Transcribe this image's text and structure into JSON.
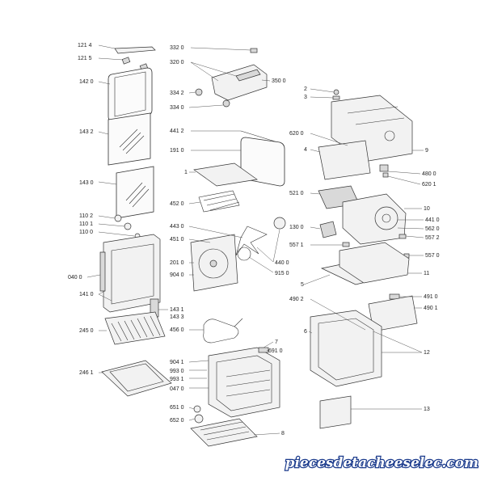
{
  "labels": {
    "l_121_4": "121 4",
    "l_121_5": "121 5",
    "l_142_0": "142 0",
    "l_143_2": "143 2",
    "l_143_0": "143 0",
    "l_110_2": "110 2",
    "l_110_1": "110 1",
    "l_110_0": "110 0",
    "l_040_0": "040 0",
    "l_141_0": "141 0",
    "l_143_1": "143 1",
    "l_143_3": "143 3",
    "l_245_0": "245 0",
    "l_246_1": "246 1",
    "l_332_0": "332 0",
    "l_320_0": "320 0",
    "l_350_0": "350 0",
    "l_334_2": "334 2",
    "l_334_0": "334 0",
    "l_441_2": "441 2",
    "l_191_0": "191 0",
    "l_1": "1",
    "l_452_0": "452 0",
    "l_443_0": "443 0",
    "l_451_0": "451 0",
    "l_201_0": "201 0",
    "l_904_0": "904 0",
    "l_440_0": "440 0",
    "l_915_0": "915 0",
    "l_456_0": "456 0",
    "l_7": "7",
    "l_691_0": "691 0",
    "l_904_1": "904 1",
    "l_993_0": "993 0",
    "l_993_1": "993 1",
    "l_047_0": "047 0",
    "l_651_0": "651 0",
    "l_652_0": "652 0",
    "l_8": "8",
    "l_2": "2",
    "l_3": "3",
    "l_620_0": "620 0",
    "l_4": "4",
    "l_9": "9",
    "l_480_0": "480 0",
    "l_620_1": "620 1",
    "l_521_0": "521 0",
    "l_10": "10",
    "l_130_0": "130 0",
    "l_441_0": "441 0",
    "l_562_0": "562 0",
    "l_557_2": "557 2",
    "l_557_1": "557 1",
    "l_557_0": "557 0",
    "l_5": "5",
    "l_11": "11",
    "l_491_0": "491 0",
    "l_490_2": "490 2",
    "l_490_1": "490 1",
    "l_6": "6",
    "l_12": "12",
    "l_13": "13"
  },
  "watermark": {
    "text": "piecesdetacheeselec.com",
    "color_fill": "#ffffff",
    "color_stroke": "#1a3a8c"
  }
}
